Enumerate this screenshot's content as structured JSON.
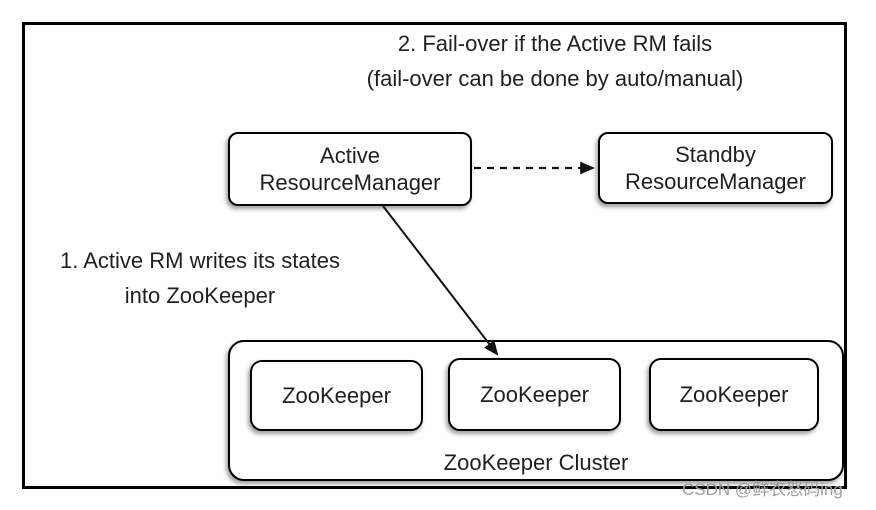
{
  "annotations": {
    "failover": {
      "line1": "2. Fail-over if the Active RM fails",
      "line2": "(fail-over can be done by auto/manual)"
    },
    "writes": {
      "line1": "1. Active RM writes its states",
      "line2": "into ZooKeeper"
    }
  },
  "nodes": {
    "active_rm": {
      "line1": "Active",
      "line2": "ResourceManager"
    },
    "standby_rm": {
      "line1": "Standby",
      "line2": "ResourceManager"
    },
    "zookeepers": [
      "ZooKeeper",
      "ZooKeeper",
      "ZooKeeper"
    ],
    "cluster_label": "ZooKeeper Cluster"
  },
  "edges": {
    "failover_arrow": {
      "style": "dashed",
      "from": "active-resourcemanager",
      "to": "standby-resourcemanager"
    },
    "writes_arrow": {
      "style": "solid",
      "from": "active-resourcemanager",
      "to": "zookeeper-cluster"
    }
  },
  "watermark": {
    "text": "CSDN @鲜衣怒码ing"
  },
  "colors": {
    "text": "#1f1f1f",
    "line": "#111111",
    "box_fill": "#ffffff",
    "box_border": "#000000",
    "watermark": "#9e9e9e"
  }
}
